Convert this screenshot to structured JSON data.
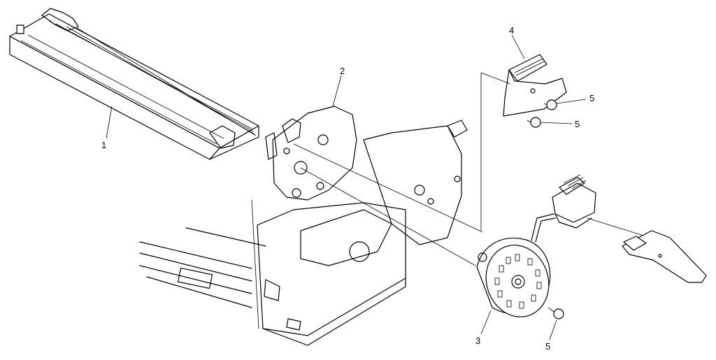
{
  "callouts": {
    "c1": "1",
    "c2": "2",
    "c3": "3",
    "c4": "4",
    "c5a": "5",
    "c5b": "5",
    "c5c": "5"
  }
}
